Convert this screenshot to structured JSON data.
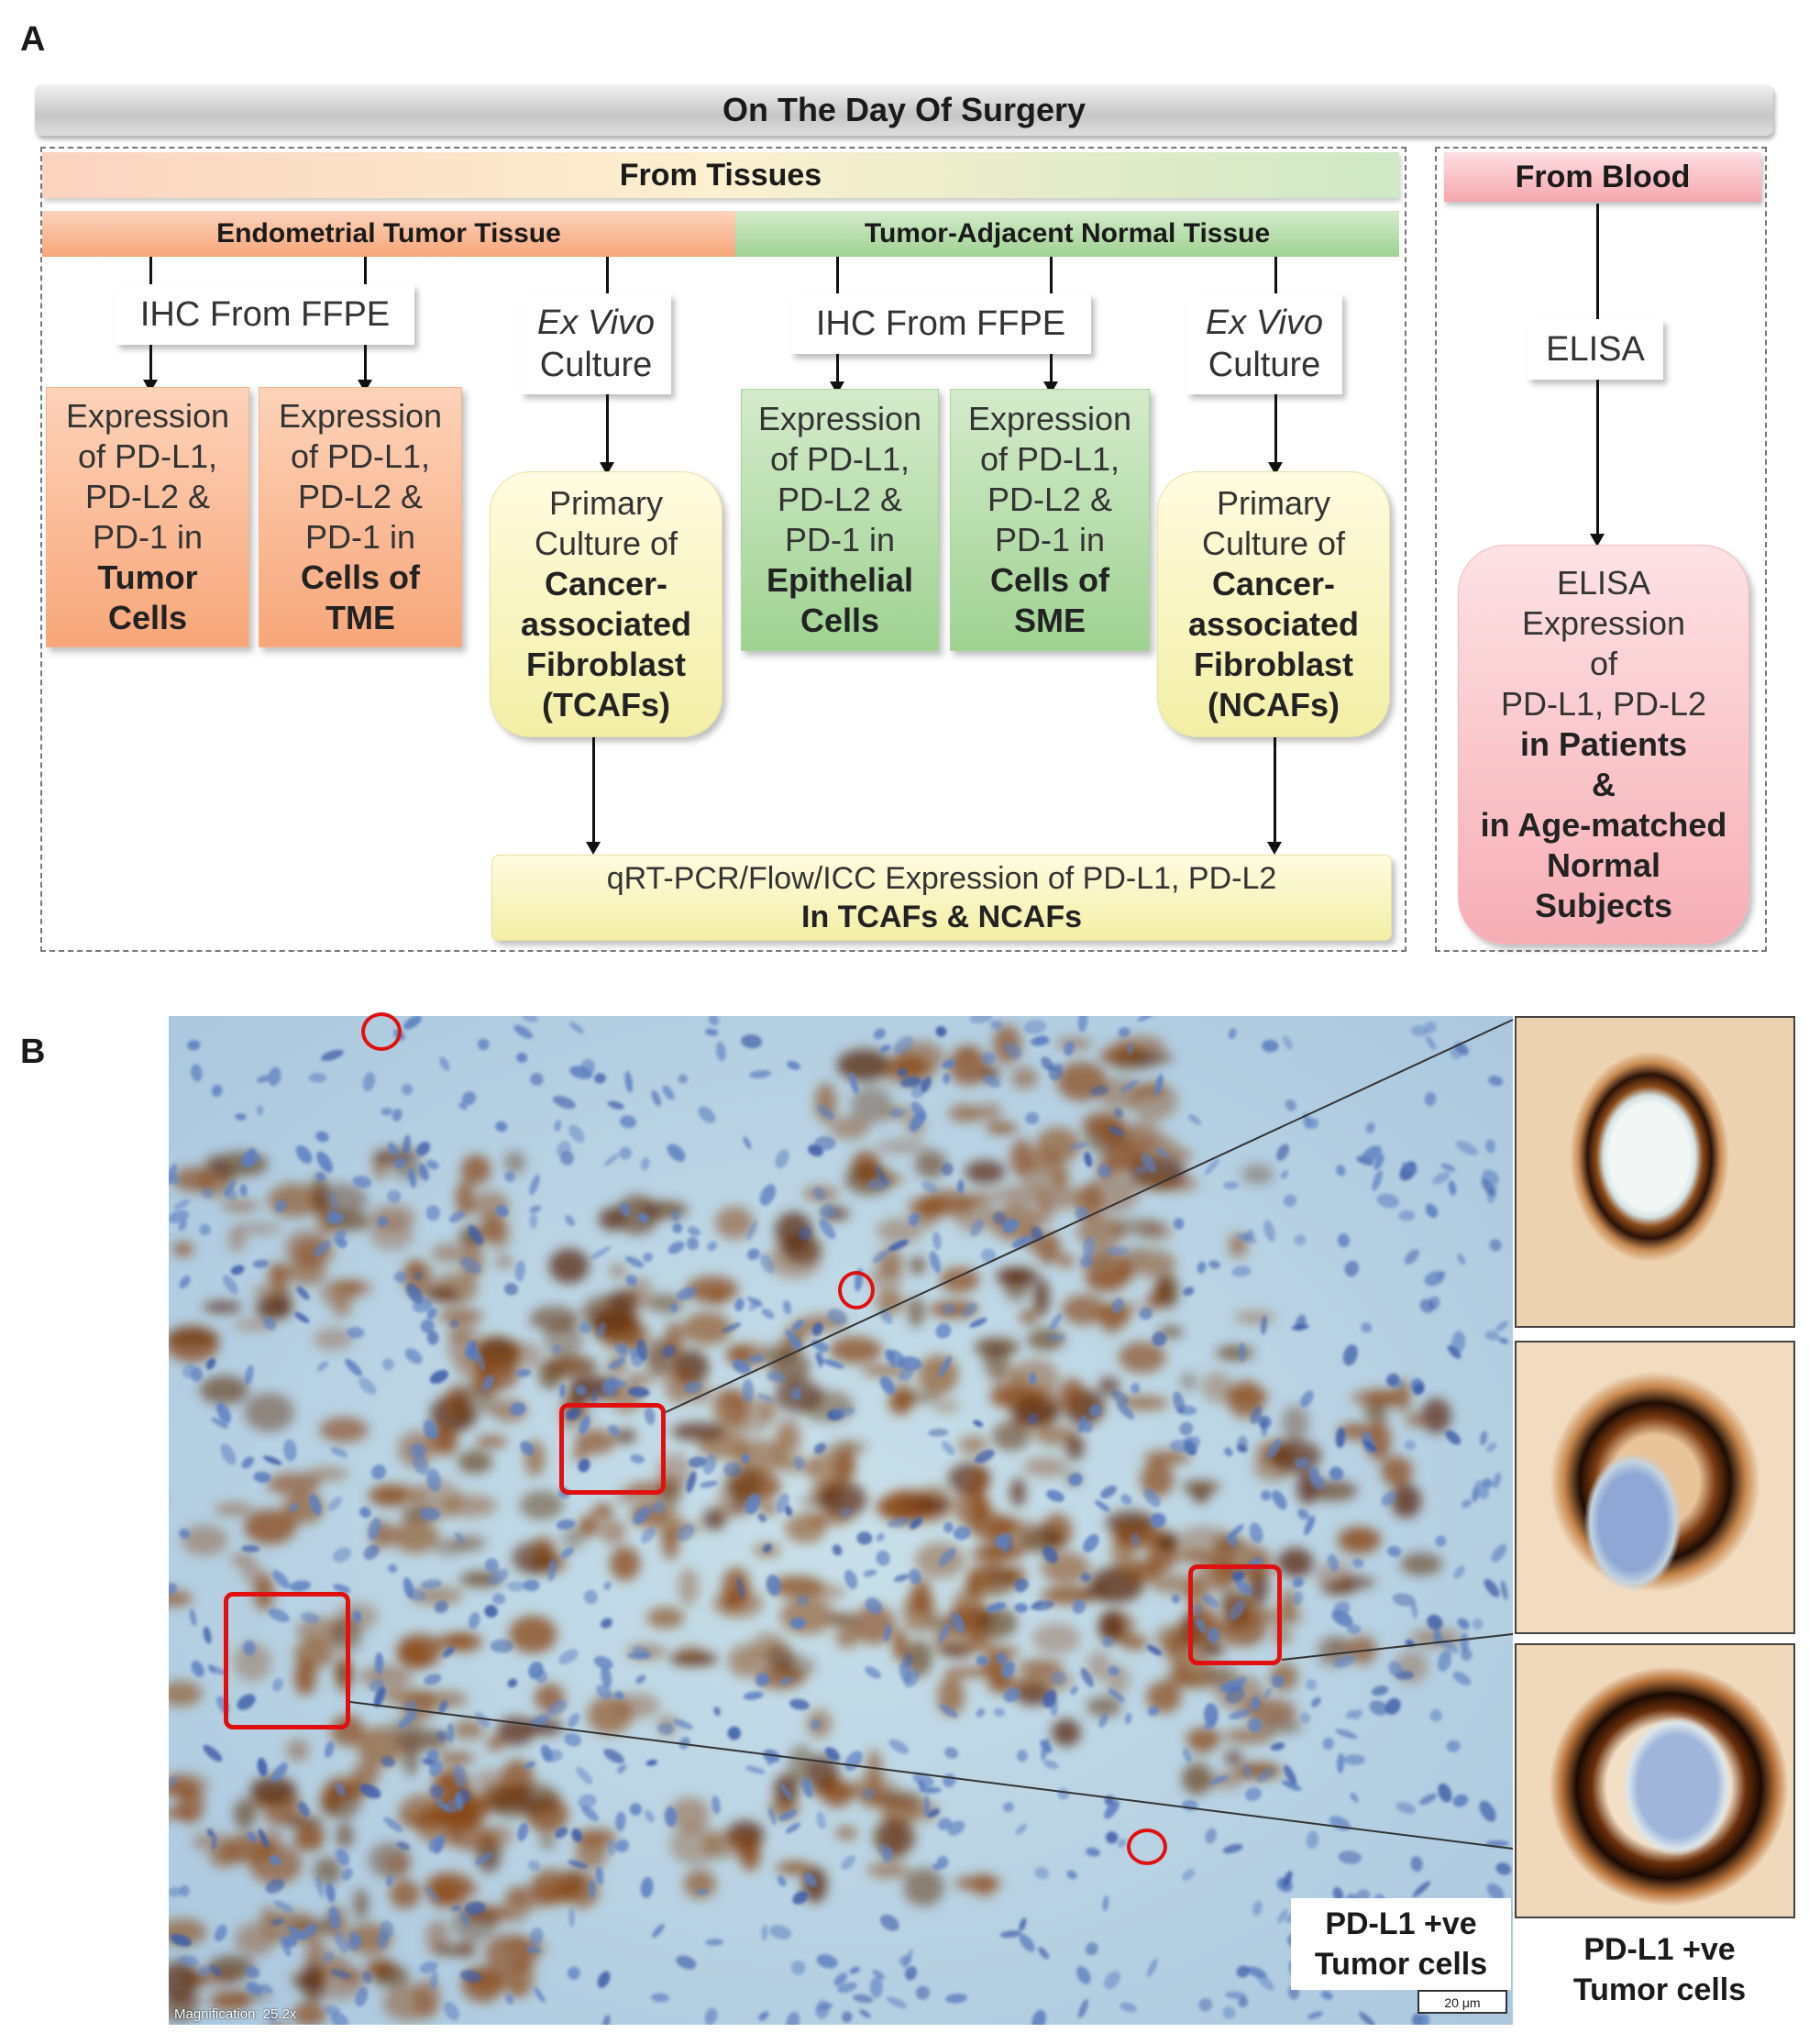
{
  "panel_a": {
    "letter": "A",
    "day_banner": "On The Day Of Surgery",
    "tissues_banner": "From Tissues",
    "blood_banner": "From Blood",
    "tumor_tissue": "Endometrial Tumor Tissue",
    "normal_tissue": "Tumor-Adjacent Normal Tissue",
    "ihc_label": "IHC From FFPE",
    "exvivo_italic": "Ex Vivo",
    "exvivo_rest": "Culture",
    "elisa_label": "ELISA",
    "expr_lines": [
      "Expression",
      "of PD-L1,",
      "PD-L2 &",
      "PD-1 in"
    ],
    "tumor_cells_bold": [
      "Tumor",
      "Cells"
    ],
    "tme_bold": [
      "Cells of",
      "TME"
    ],
    "epithelial_bold": [
      "Epithelial",
      "Cells"
    ],
    "sme_bold": [
      "Cells of",
      "SME"
    ],
    "primary_lines": [
      "Primary",
      "Culture of"
    ],
    "caf_bold": [
      "Cancer-",
      "associated",
      "Fibroblast"
    ],
    "tcafs": "(TCAFs)",
    "ncafs": "(NCAFs)",
    "qrt_line": "qRT-PCR/Flow/ICC Expression of PD-L1, PD-L2",
    "qrt_bold": "In TCAFs & NCAFs",
    "elisa_box_lines": [
      "ELISA",
      "Expression",
      "of",
      "PD-L1, PD-L2"
    ],
    "elisa_box_bold": [
      "in Patients",
      "&",
      "in Age-matched",
      "Normal",
      "Subjects"
    ]
  },
  "panel_b": {
    "letter": "B",
    "label_main": [
      "PD-L1 +ve",
      "Tumor cells"
    ],
    "label_side": [
      "PD-L1 +ve",
      "Tumor cells"
    ],
    "scale_bar": "20 μm",
    "magnification": "Magnification: 25.2x"
  },
  "colors": {
    "orange": "#f7a679",
    "green": "#9fd292",
    "yellow": "#f3efa6",
    "pink": "#f6aeb5",
    "stain_brown": "#8b4a18",
    "stain_blue": "#5d7fc0",
    "highlight_red": "#e01010"
  }
}
